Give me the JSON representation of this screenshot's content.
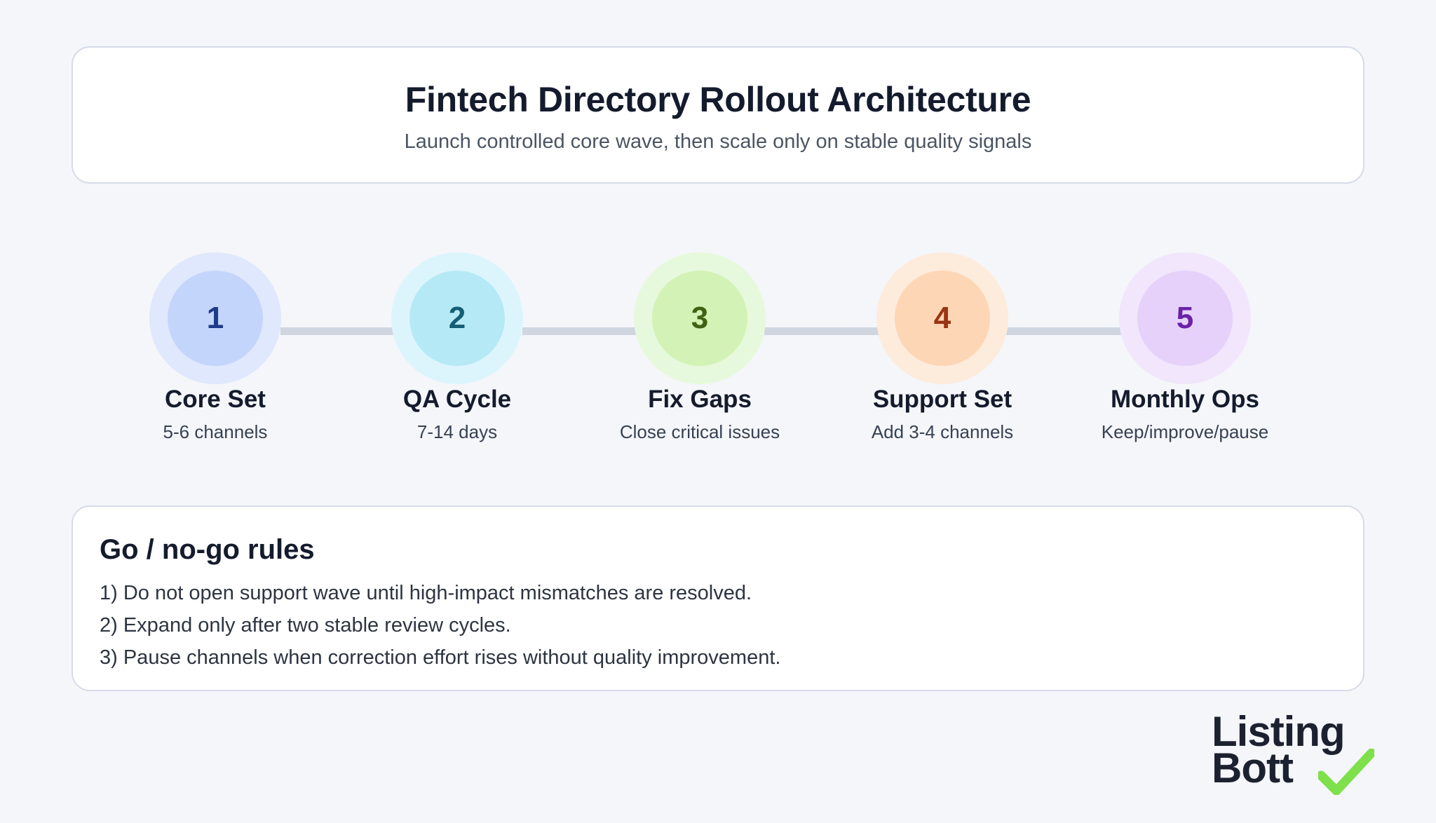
{
  "header": {
    "title": "Fintech Directory Rollout Architecture",
    "subtitle": "Launch controlled core wave, then scale only on stable quality signals"
  },
  "steps": [
    {
      "number": "1",
      "label": "Core Set",
      "detail": "5-6 channels",
      "halo_color": "#dfe8fc",
      "core_color": "#c4d5fb",
      "number_color": "#1e3a8a"
    },
    {
      "number": "2",
      "label": "QA Cycle",
      "detail": "7-14 days",
      "halo_color": "#dcf5fd",
      "core_color": "#b6e9f6",
      "number_color": "#155e75"
    },
    {
      "number": "3",
      "label": "Fix Gaps",
      "detail": "Close critical issues",
      "halo_color": "#e6f9dc",
      "core_color": "#d3f3b6",
      "number_color": "#3f6212"
    },
    {
      "number": "4",
      "label": "Support Set",
      "detail": "Add 3-4 channels",
      "halo_color": "#fdebdc",
      "core_color": "#fdd6b5",
      "number_color": "#9a3412"
    },
    {
      "number": "5",
      "label": "Monthly Ops",
      "detail": "Keep/improve/pause",
      "halo_color": "#f1e6fc",
      "core_color": "#e6d1fb",
      "number_color": "#6b21a8"
    }
  ],
  "connector_color": "#cfd6e0",
  "rules": {
    "heading": "Go / no-go rules",
    "items": [
      "1) Do not open support wave until high-impact mismatches are resolved.",
      "2) Expand only after two stable review cycles.",
      "3) Pause channels when correction effort rises without quality improvement."
    ]
  },
  "logo": {
    "line1": "Listing",
    "line2": "Bott",
    "check_icon": "check-icon",
    "check_color": "#7ee04a"
  }
}
